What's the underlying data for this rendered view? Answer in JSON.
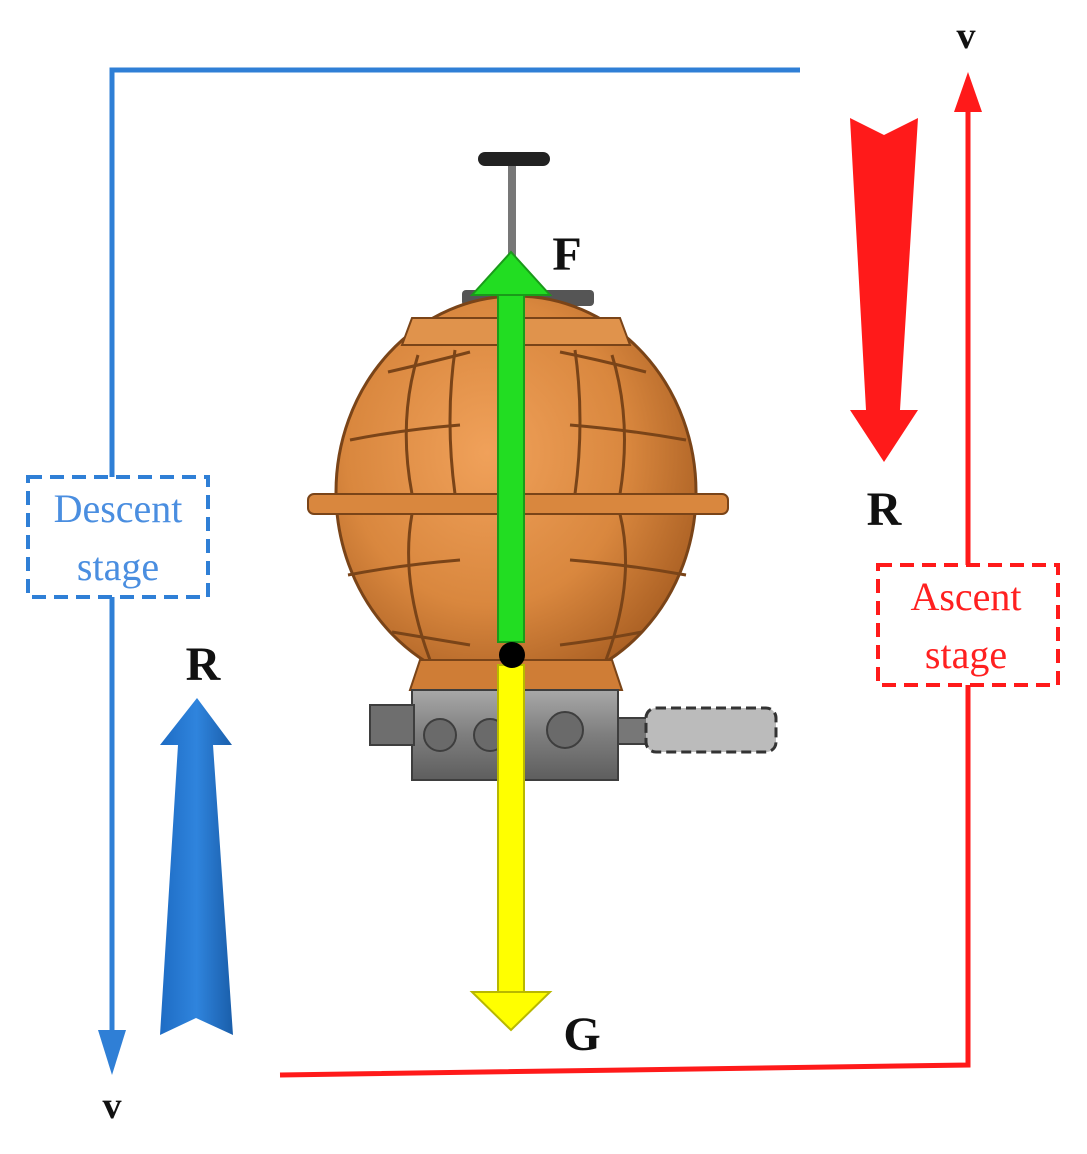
{
  "labels": {
    "v_top": "v",
    "v_bottom": "v",
    "force_up": "F",
    "force_down": "G",
    "resistance_right": "R",
    "resistance_left": "R",
    "descent_line1": "Descent",
    "descent_line2": "stage",
    "ascent_line1": "Ascent",
    "ascent_line2": "stage"
  },
  "colors": {
    "descent": "#2f7fd6",
    "ascent": "#ff1a1a",
    "buoyancy_arrow": "#22dd22",
    "gravity_arrow": "#ffff00",
    "hull": "#d9873e",
    "base": "#8c8c8c"
  }
}
